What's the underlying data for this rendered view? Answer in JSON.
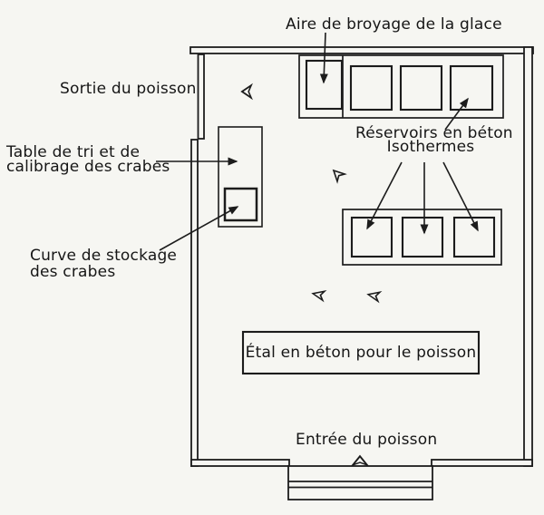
{
  "diagram": {
    "type": "floor-plan",
    "labels": {
      "ice_crushing_area": "Aire de broyage de la glace",
      "fish_exit": "Sortie du poisson",
      "sorting_table": [
        "Table de tri et de",
        "calibrage des crabes"
      ],
      "crab_storage": [
        "Curve de stockage",
        "des crabes"
      ],
      "concrete_tanks": [
        "Réservoirs en béton",
        "Isothermes"
      ],
      "fish_stall": "Étal en béton pour le poisson",
      "fish_entrance": "Entrée du poisson"
    },
    "colors": {
      "ink": "#1c1c1c",
      "paper": "#f6f6f2"
    }
  }
}
